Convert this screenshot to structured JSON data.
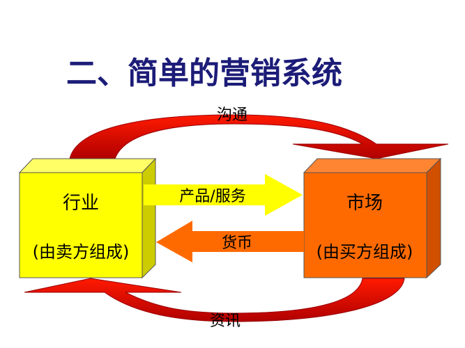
{
  "title": "二、简单的营销系统",
  "top_arrow_label": "沟通",
  "bottom_arrow_label": "资讯",
  "left_box": {
    "title": "行业",
    "subtitle": "(由卖方组成)"
  },
  "right_box": {
    "title": "市场",
    "subtitle": "(由买方组成)"
  },
  "forward_arrow_label": "产品/服务",
  "backward_arrow_label": "货币",
  "colors": {
    "title": "#1c1c78",
    "industry": "#ffff00",
    "market": "#ff6a00",
    "cycle": "#e00000"
  }
}
